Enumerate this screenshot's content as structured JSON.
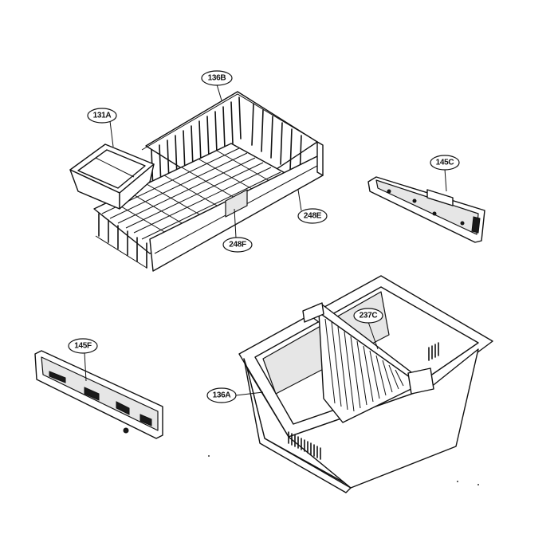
{
  "callouts": {
    "c_136B": "136B",
    "c_131A": "131A",
    "c_248E": "248E",
    "c_248F": "248F",
    "c_145C": "145C",
    "c_145F": "145F",
    "c_237C": "237C",
    "c_136A": "136A"
  },
  "colors": {
    "line": "#111111",
    "background": "#ffffff"
  }
}
